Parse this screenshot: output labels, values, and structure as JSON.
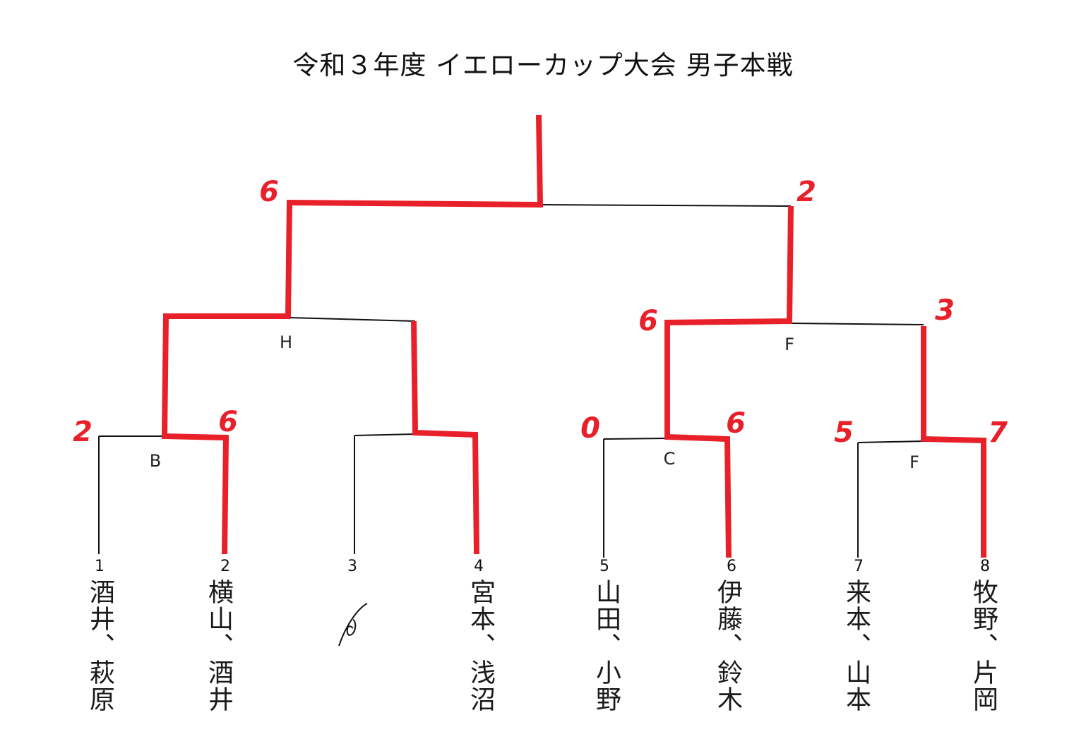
{
  "title": "令和３年度 イエローカップ大会 男子本戦",
  "colors": {
    "winner_line": "#e8202a",
    "line": "#111111"
  },
  "entries": [
    {
      "seed": "1",
      "name": "酒井、萩原"
    },
    {
      "seed": "2",
      "name": "横山、酒井"
    },
    {
      "seed": "3",
      "name": ""
    },
    {
      "seed": "4",
      "name": "宮本、浅沼"
    },
    {
      "seed": "5",
      "name": "山田、小野"
    },
    {
      "seed": "6",
      "name": "伊藤、鈴木"
    },
    {
      "seed": "7",
      "name": "来本、山本"
    },
    {
      "seed": "8",
      "name": "牧野、片岡"
    }
  ],
  "round1": [
    {
      "court": "B",
      "score_top": "2",
      "score_bottom": "6"
    },
    {
      "court": "",
      "score_top": "",
      "score_bottom": ""
    },
    {
      "court": "C",
      "score_top": "0",
      "score_bottom": "6"
    },
    {
      "court": "F",
      "score_top": "5",
      "score_bottom": "7"
    }
  ],
  "semifinals": [
    {
      "court": "H",
      "score_top": "",
      "score_bottom": ""
    },
    {
      "court": "F",
      "score_top": "6",
      "score_bottom": "3"
    }
  ],
  "final": {
    "score_left": "6",
    "score_right": "2"
  }
}
